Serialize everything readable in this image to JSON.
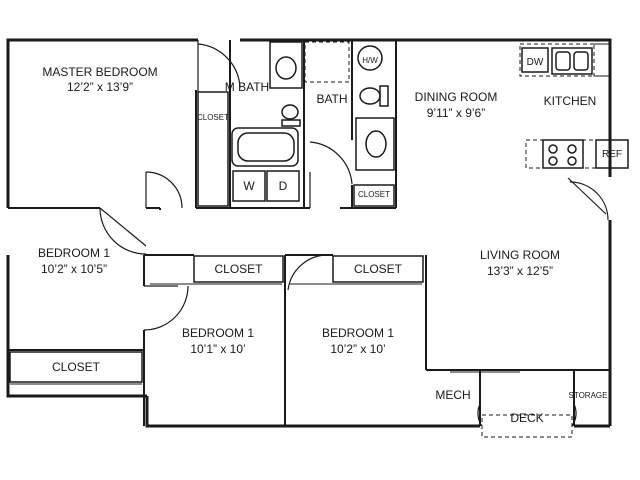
{
  "rooms": {
    "master_bedroom": {
      "name": "MASTER BEDROOM",
      "size": "12’2” x 13’9”"
    },
    "m_bath": {
      "name": "M BATH"
    },
    "closet_master": {
      "name": "CLOSET"
    },
    "bath": {
      "name": "BATH"
    },
    "hw": {
      "name": "H/W"
    },
    "closet_bath": {
      "name": "CLOSET"
    },
    "dining_room": {
      "name": "DINING ROOM",
      "size": "9’11” x 9’6”"
    },
    "kitchen": {
      "name": "KITCHEN"
    },
    "dw": {
      "name": "DW"
    },
    "ref": {
      "name": "REF"
    },
    "washer": {
      "name": "W"
    },
    "dryer": {
      "name": "D"
    },
    "bedroom_left": {
      "name": "BEDROOM 1",
      "size": "10’2” x 10’5”"
    },
    "closet_left": {
      "name": "CLOSET"
    },
    "closet_mid": {
      "name": "CLOSET"
    },
    "bedroom_mid": {
      "name": "BEDROOM 1",
      "size": "10’1” x 10’"
    },
    "closet_right": {
      "name": "CLOSET"
    },
    "bedroom_right": {
      "name": "BEDROOM 1",
      "size": "10’2” x 10’"
    },
    "living_room": {
      "name": "LIVING ROOM",
      "size": "13’3” x 12’5”"
    },
    "mech": {
      "name": "MECH"
    },
    "storage": {
      "name": "STORAGE"
    },
    "deck": {
      "name": "DECK"
    }
  },
  "colors": {
    "wall": "#1a1a1a",
    "background": "#ffffff"
  }
}
